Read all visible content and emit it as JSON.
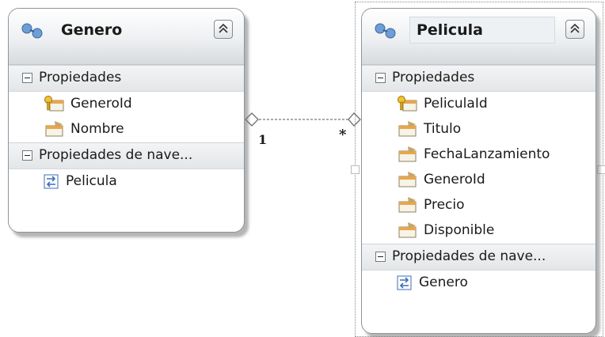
{
  "entities": {
    "genero": {
      "name": "Genero",
      "sections": [
        {
          "label": "Propiedades",
          "items": [
            "GeneroId",
            "Nombre"
          ]
        },
        {
          "label": "Propiedades de nave...",
          "items": [
            "Pelicula"
          ]
        }
      ]
    },
    "pelicula": {
      "name": "Pelicula",
      "sections": [
        {
          "label": "Propiedades",
          "items": [
            "PeliculaId",
            "Titulo",
            "FechaLanzamiento",
            "GeneroId",
            "Precio",
            "Disponible"
          ]
        },
        {
          "label": "Propiedades de nave...",
          "items": [
            "Genero"
          ]
        }
      ]
    }
  },
  "association": {
    "source_multiplicity": "1",
    "target_multiplicity": "*"
  },
  "colors": {
    "entity_border": "#8c959c",
    "key_icon": "#d4a11a",
    "property_icon": "#e8a74a",
    "nav_icon": "#3b6fb5"
  }
}
